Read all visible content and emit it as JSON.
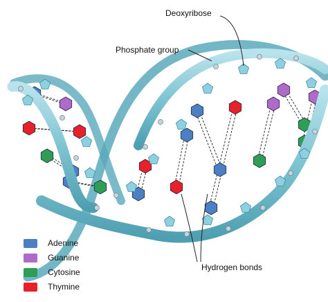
{
  "labels": {
    "deoxyribose": "Deoxyribose",
    "phosphate_group": "Phosphate group",
    "hydrogen_bonds": "Hydrogen bonds"
  },
  "legend": [
    {
      "label": "Adenine",
      "color": "#4d7fc4"
    },
    {
      "label": "Guanine",
      "color": "#b06ac9"
    },
    {
      "label": "Cytosine",
      "color": "#2e9e56"
    },
    {
      "label": "Thymine",
      "color": "#e8202a"
    }
  ],
  "colors": {
    "backbone": "#7ec4d2",
    "backbone_edge": "#3f8fa3",
    "sugar": "#8fd0e0",
    "phosphate": "#c9d3d8",
    "adenine": "#4d7fc4",
    "guanine": "#b06ac9",
    "cytosine": "#2e9e56",
    "thymine": "#e8202a"
  }
}
